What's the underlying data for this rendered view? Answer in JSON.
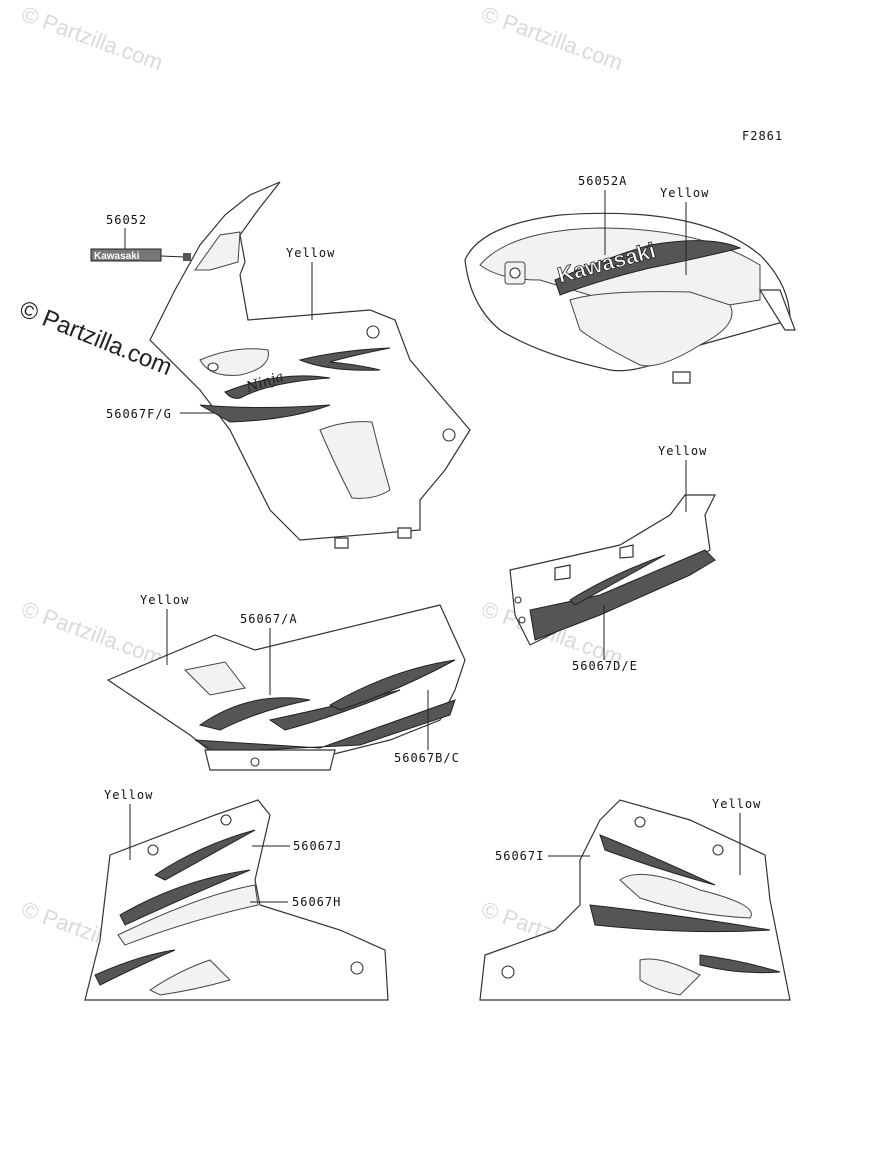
{
  "diagram": {
    "figure_code": "F2861",
    "watermark": "© Partzilla.com",
    "callouts": {
      "emblem_front": "56052",
      "emblem_front_text": "Kawasaki",
      "front_cowl_color": "Yellow",
      "front_cowl_stripe": "56067F/G",
      "tank_emblem": "56052A",
      "tank_emblem_text": "Kawasaki",
      "tank_color": "Yellow",
      "right_side_color": "Yellow",
      "right_side_stripe": "56067D/E",
      "side_color": "Yellow",
      "side_stripe_upper": "56067/A",
      "side_stripe_lower": "56067B/C",
      "left_lower_color": "Yellow",
      "left_lower_stripe_upper": "56067J",
      "left_lower_stripe_lower": "56067H",
      "right_lower_color": "Yellow",
      "right_lower_stripe": "56067I",
      "ninja_text": "Ninja"
    }
  }
}
